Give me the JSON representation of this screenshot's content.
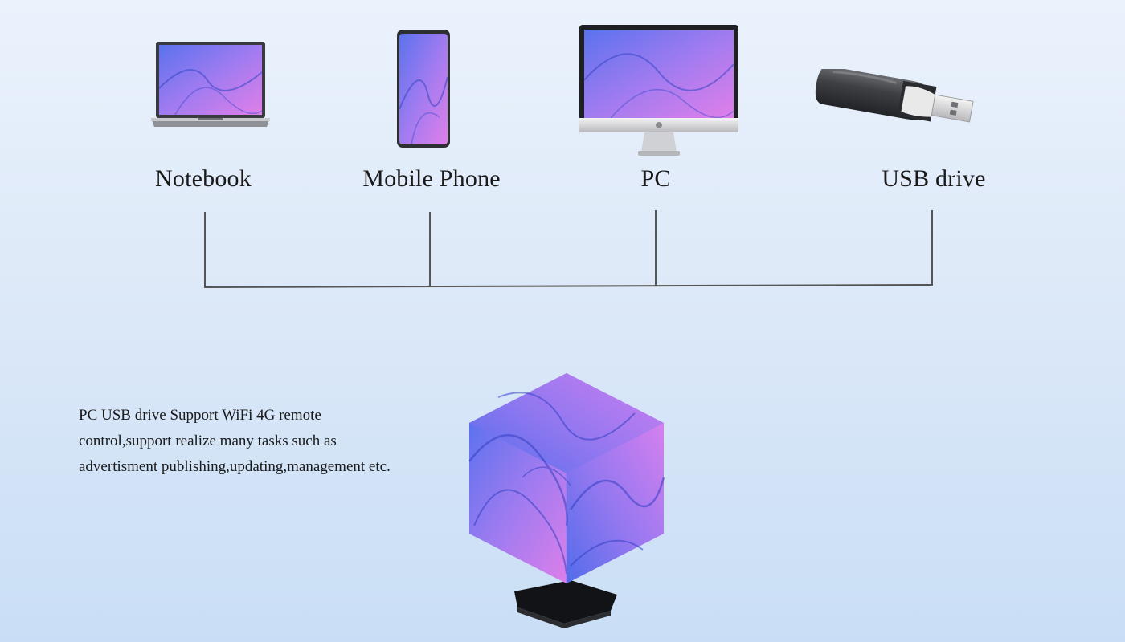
{
  "devices": [
    {
      "id": "notebook",
      "label": "Notebook"
    },
    {
      "id": "mobile-phone",
      "label": "Mobile Phone"
    },
    {
      "id": "pc",
      "label": "PC"
    },
    {
      "id": "usb-drive",
      "label": "USB drive"
    }
  ],
  "description": {
    "line1": "PC USB drive Support WiFi 4G remote",
    "line2": "control,support realize many tasks such as",
    "line3": "advertisment publishing,updating,management etc."
  },
  "colors": {
    "screen_start": "#5e6ff0",
    "screen_end": "#d77cef",
    "connector": "#555555"
  },
  "icons": [
    "laptop-icon",
    "smartphone-icon",
    "desktop-monitor-icon",
    "usb-drive-icon",
    "hexagonal-cube-display-icon"
  ]
}
